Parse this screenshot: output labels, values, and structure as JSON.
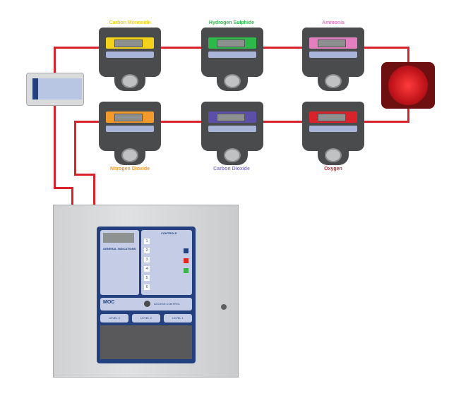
{
  "detectors": [
    {
      "label": "Carbon Monoxide",
      "color": "#f2d21b"
    },
    {
      "label": "Hydrogen Sulphide",
      "color": "#2eb84a"
    },
    {
      "label": "Ammonia",
      "color": "#e27fbf"
    },
    {
      "label": "Nitrogen Dioxide",
      "color": "#f39a2c"
    },
    {
      "label": "Carbon Dioxide",
      "color": "#5b4fa8"
    },
    {
      "label": "Oxygen",
      "color": "#d8232a"
    }
  ],
  "control_panel": {
    "brand": "MOC",
    "general_indications": "GENERAL INDICATIONS",
    "controls": "CONTROLS",
    "access_control": "ACCESS CONTROL",
    "levels": [
      "LEVEL 3",
      "LEVEL 2",
      "LEVEL 1"
    ],
    "zone_numbers": [
      "1",
      "2",
      "3",
      "4",
      "5",
      "6"
    ]
  },
  "colors": {
    "wire": "#d8232a",
    "panel_blue": "#22417e"
  }
}
